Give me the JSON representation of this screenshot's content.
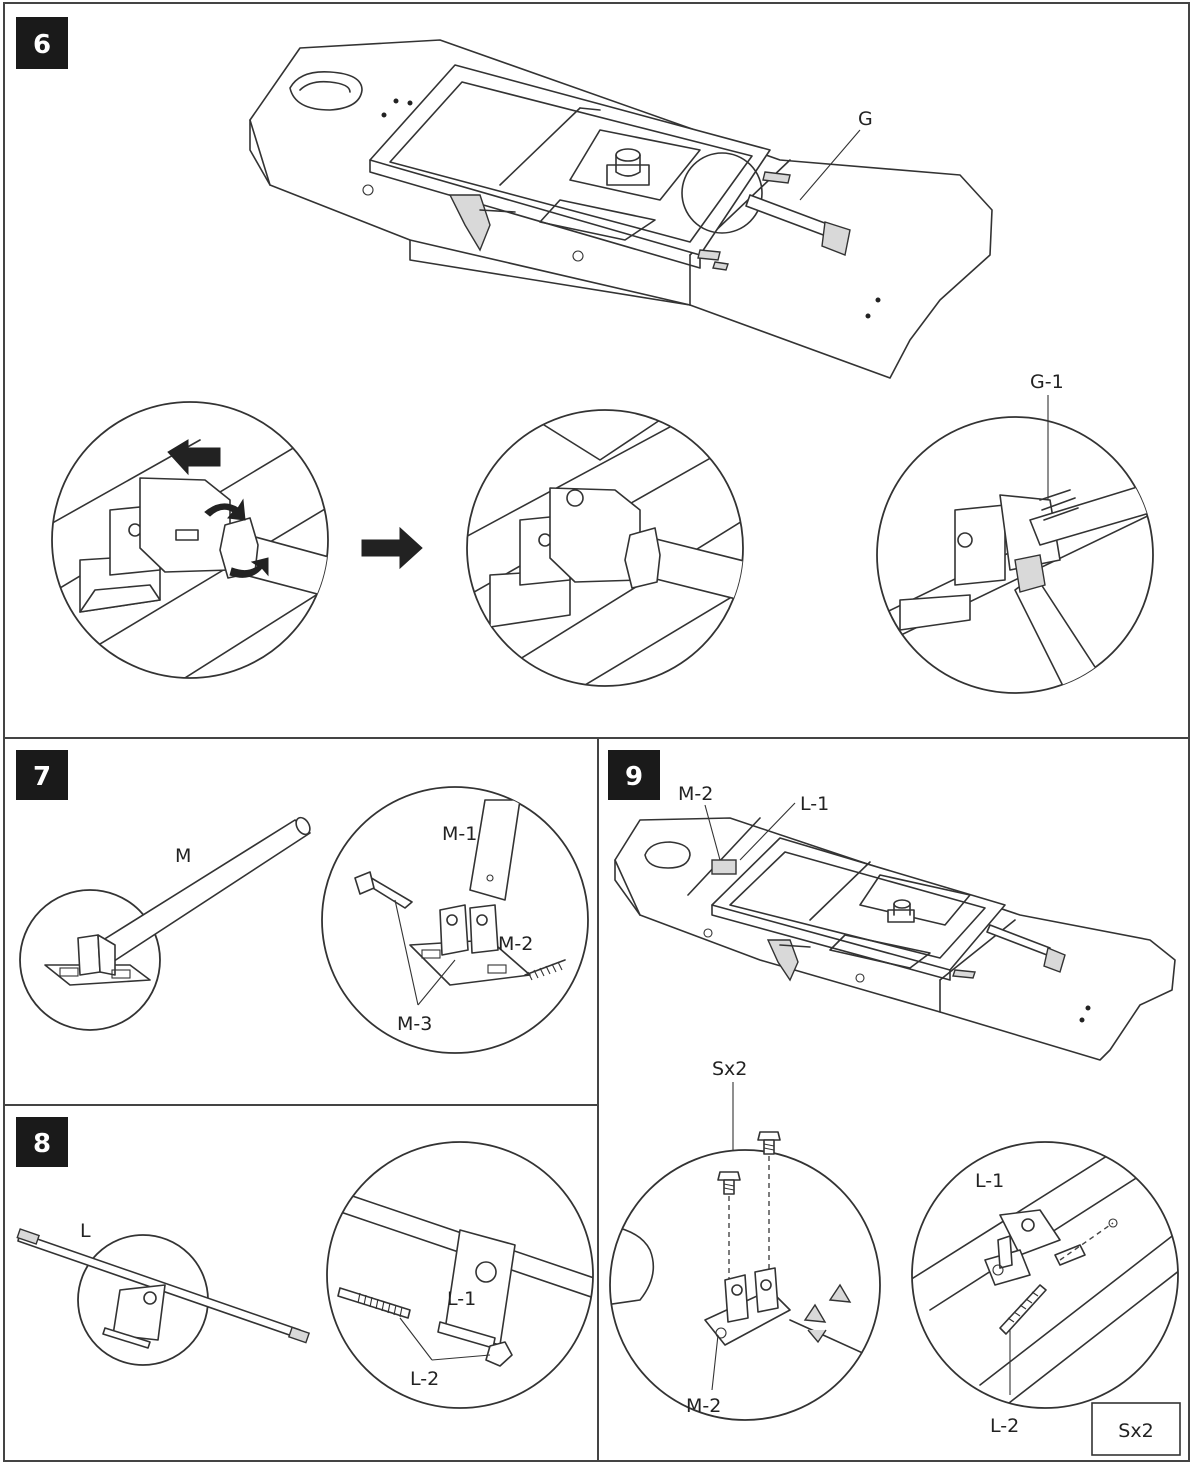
{
  "steps": {
    "s6": {
      "number": "6",
      "labels": {
        "g": "G",
        "g1": "G-1"
      },
      "icons": [
        "arrow-left-icon",
        "rotate-arrow-icon",
        "arrow-right-icon"
      ]
    },
    "s7": {
      "number": "7",
      "labels": {
        "m": "M",
        "m1": "M-1",
        "m2": "M-2",
        "m3": "M-3"
      }
    },
    "s8": {
      "number": "8",
      "labels": {
        "l": "L",
        "l1": "L-1",
        "l2": "L-2"
      }
    },
    "s9": {
      "number": "9",
      "labels": {
        "m2_top": "M-2",
        "l1_top": "L-1",
        "sx2_top": "Sx2",
        "m2_bottom": "M-2",
        "l1_detail": "L-1",
        "l2_detail": "L-2",
        "sx2_box": "Sx2"
      }
    }
  }
}
